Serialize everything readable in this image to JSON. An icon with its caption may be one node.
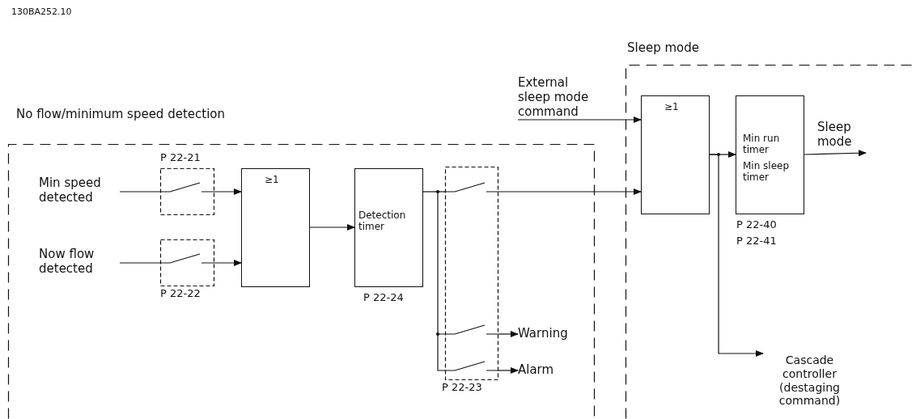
{
  "diagram": {
    "nodes": [
      {
        "text": [
          "No flow/minimum speed detection"
        ]
      },
      {
        "text": [
          "Sleep mode"
        ]
      },
      {
        "text": [
          "Min speed detected"
        ],
        "in": 0
      },
      {
        "text": [
          "Now flow detected"
        ],
        "in": 0
      },
      {
        "text": [
          "P 22-21"
        ],
        "in": 0
      },
      {
        "text": [
          "P 22-22"
        ],
        "in": 0
      },
      {
        "text": [
          "≥1"
        ],
        "in": 0
      },
      {
        "text": [
          "Detection timer"
        ],
        "in": 0,
        "beside": [
          "P 22-24"
        ]
      },
      {
        "text": [
          "P 22-23"
        ],
        "in": 0
      },
      {
        "text": [
          "Warning"
        ],
        "in": 0
      },
      {
        "text": [
          "Alarm"
        ],
        "in": 0
      },
      {
        "text": [
          "≥1"
        ],
        "in": 1
      },
      {
        "text": [
          "Min run timer",
          "Min sleep timer"
        ],
        "in": 1,
        "beside": [
          "P 22-40",
          "P 22-41"
        ]
      },
      {
        "text": [
          "External sleep mode command"
        ]
      },
      {
        "text": [
          "Sleep mode"
        ],
        "in": 1
      },
      {
        "text": [
          "Cascade controller (destaging command)"
        ],
        "in": 1
      }
    ],
    "edges": [
      {
        "from": 2,
        "to": 4,
        "arrow": "none"
      },
      {
        "from": 3,
        "to": 5,
        "arrow": "none"
      },
      {
        "from": 4,
        "to": 6,
        "arrow": "to"
      },
      {
        "from": 5,
        "to": 6,
        "arrow": "to"
      },
      {
        "from": 6,
        "to": 7,
        "arrow": "to"
      },
      {
        "from": 7,
        "to": 8,
        "arrow": "none"
      },
      {
        "from": 8,
        "to": 11,
        "arrow": "to"
      },
      {
        "from": 8,
        "to": 9,
        "arrow": "to"
      },
      {
        "from": 8,
        "to": 10,
        "arrow": "to"
      },
      {
        "from": 13,
        "to": 11,
        "arrow": "to"
      },
      {
        "from": 11,
        "to": 12,
        "arrow": "to"
      },
      {
        "from": 12,
        "to": 14,
        "arrow": "to"
      },
      {
        "from": 11,
        "to": 15,
        "arrow": "to"
      }
    ],
    "labels": [
      "130BA252.10"
    ]
  }
}
